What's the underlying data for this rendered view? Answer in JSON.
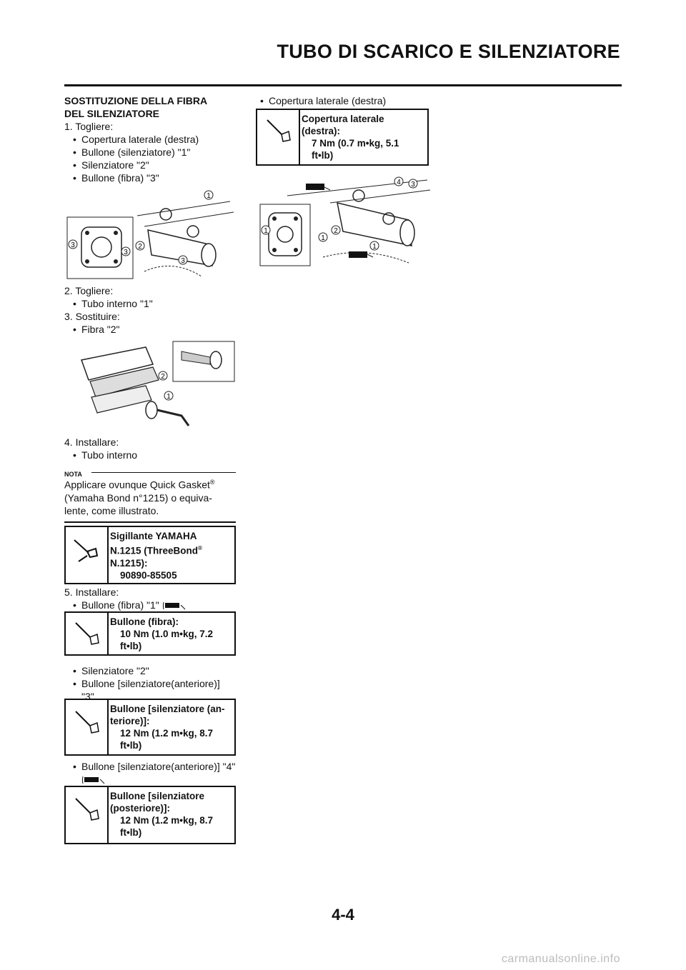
{
  "header": {
    "title": "TUBO DI SCARICO E SILENZIATORE"
  },
  "left": {
    "heading1": "SOSTITUZIONE DELLA FIBRA",
    "heading2": "DEL SILENZIATORE",
    "step1": "1.  Togliere:",
    "step1_items": [
      "Copertura laterale (destra)",
      "Bullone (silenziatore) \"1\"",
      "Silenziatore \"2\"",
      "Bullone (fibra) \"3\""
    ],
    "step2": "2.  Togliere:",
    "step2_items": [
      "Tubo interno \"1\""
    ],
    "step3": "3.  Sostituire:",
    "step3_items": [
      "Fibra \"2\""
    ],
    "step4": "4.  Installare:",
    "step4_items": [
      "Tubo interno"
    ],
    "nota_label": "NOTA",
    "nota_line1": "Applicare ovunque Quick Gasket",
    "nota_sup": "®",
    "nota_line2": "(Yamaha Bond n°1215) o equiva-",
    "nota_line3": "lente, come illustrato.",
    "sealant": {
      "l1": "Sigillante YAMAHA",
      "l2": "N.1215 (ThreeBond",
      "l2sup": "®",
      "l3": "N.1215):",
      "value": "90890-85505"
    },
    "step5": "5.  Installare:",
    "step5_item": "Bullone (fibra) \"1\"",
    "spec_fibra": {
      "l1": "Bullone (fibra):",
      "v1": "10 Nm (1.0 m•kg, 7.2",
      "v2": "ft•lb)"
    },
    "silenz_items": [
      "Silenziatore \"2\"",
      "Bullone [silenziatore(anteriore)]"
    ],
    "silenz_cont": "\"3\"",
    "spec_ant": {
      "l1": "Bullone [silenziatore (an-",
      "l2": "teriore)]:",
      "v1": "12 Nm (1.2 m•kg, 8.7",
      "v2": "ft•lb)"
    },
    "bullone4": "Bullone [silenziatore(anteriore)] \"4\"",
    "spec_post": {
      "l1": "Bullone [silenziatore",
      "l2": "(posteriore)]:",
      "v1": "12 Nm (1.2 m•kg, 8.7",
      "v2": "ft•lb)"
    }
  },
  "right": {
    "item": "Copertura laterale (destra)",
    "spec_cop": {
      "l1": "Copertura laterale",
      "l2": "(destra):",
      "v1": "7 Nm (0.7 m•kg, 5.1",
      "v2": "ft•lb)"
    }
  },
  "callouts": [
    "1",
    "2",
    "3",
    "4"
  ],
  "page_number": "4-4",
  "watermark": "carmanualsonline.info"
}
